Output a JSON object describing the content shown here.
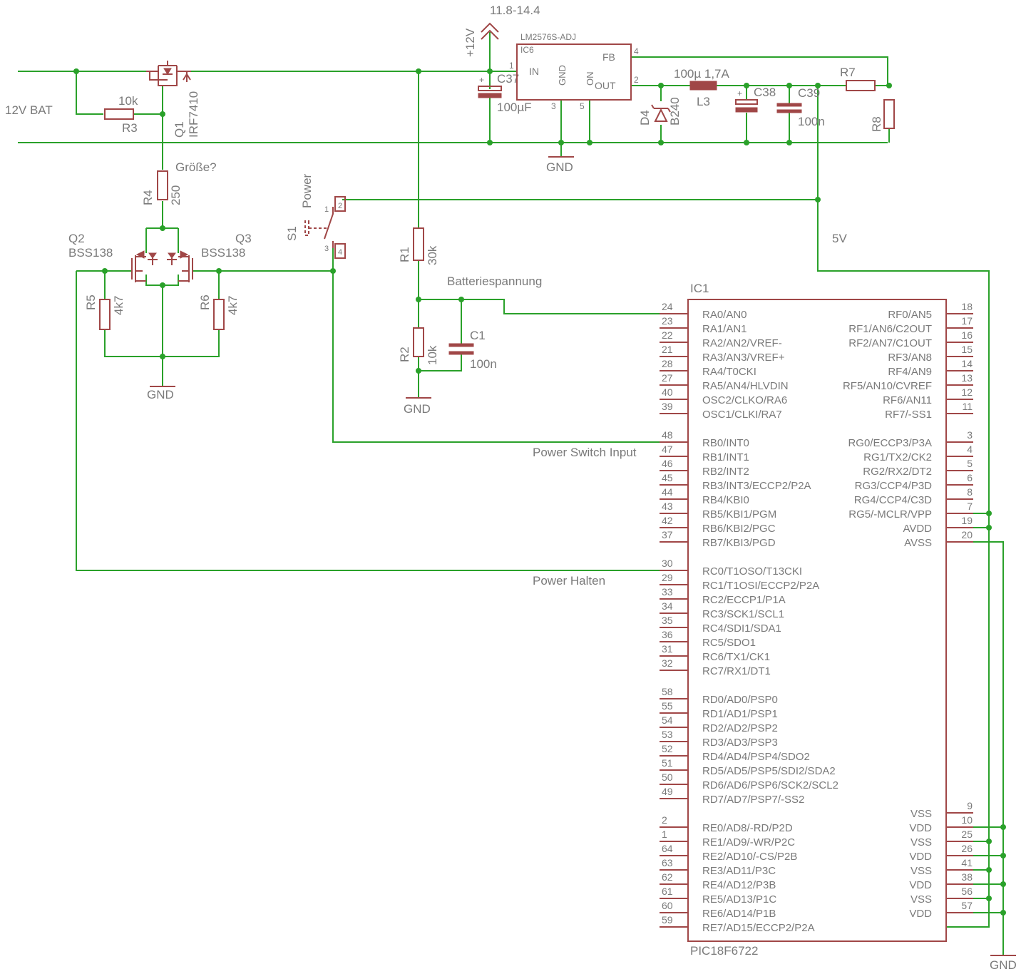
{
  "labels": {
    "bat": "12V BAT",
    "vin_range": "11.8-14.4",
    "v12": "+12V",
    "gnd": "GND",
    "v5": "5V",
    "groesse": "Größe?",
    "batt_sense": "Batteriespannung",
    "power_switch_input": "Power Switch Input",
    "power_halten": "Power Halten"
  },
  "parts": {
    "R3": {
      "name": "R3",
      "value": "10k"
    },
    "Q1": {
      "name": "Q1",
      "value": "IRF7410"
    },
    "R4": {
      "name": "R4",
      "value": "250"
    },
    "Q2": {
      "name": "Q2",
      "value": "BSS138"
    },
    "Q3": {
      "name": "Q3",
      "value": "BSS138"
    },
    "R5": {
      "name": "R5",
      "value": "4k7"
    },
    "R6": {
      "name": "R6",
      "value": "4k7"
    },
    "S1": {
      "name": "S1",
      "value": "Power",
      "pins": [
        "1",
        "2",
        "3",
        "4"
      ]
    },
    "R1": {
      "name": "R1",
      "value": "30k"
    },
    "R2": {
      "name": "R2",
      "value": "10k"
    },
    "C1": {
      "name": "C1",
      "value": "100n"
    },
    "C37": {
      "name": "C37",
      "value": "100µF"
    },
    "IC6": {
      "name": "IC6",
      "value": "LM2576S-ADJ",
      "pins_in": "IN",
      "pins_gnd": "GND",
      "pins_on": "ON",
      "pins_fb": "FB",
      "pins_out": "OUT",
      "num_in": "1",
      "num_fb": "4",
      "num_out": "2",
      "num_gnd": "3",
      "num_on": "5"
    },
    "D4": {
      "name": "D4",
      "value": "B240"
    },
    "L3": {
      "name": "L3",
      "value": "100µ 1,7A"
    },
    "C38": {
      "name": "C38",
      "value": ""
    },
    "C39": {
      "name": "C39",
      "value": "100n"
    },
    "R7": {
      "name": "R7",
      "value": ""
    },
    "R8": {
      "name": "R8",
      "value": ""
    }
  },
  "ic1": {
    "name": "IC1",
    "value": "PIC18F6722",
    "left": [
      [
        "24",
        "RA0/AN0"
      ],
      [
        "23",
        "RA1/AN1"
      ],
      [
        "22",
        "RA2/AN2/VREF-"
      ],
      [
        "21",
        "RA3/AN3/VREF+"
      ],
      [
        "28",
        "RA4/T0CKI"
      ],
      [
        "27",
        "RA5/AN4/HLVDIN"
      ],
      [
        "40",
        "OSC2/CLKO/RA6"
      ],
      [
        "39",
        "OSC1/CLKI/RA7"
      ],
      [
        "",
        ""
      ],
      [
        "48",
        "RB0/INT0"
      ],
      [
        "47",
        "RB1/INT1"
      ],
      [
        "46",
        "RB2/INT2"
      ],
      [
        "45",
        "RB3/INT3/ECCP2/P2A"
      ],
      [
        "44",
        "RB4/KBI0"
      ],
      [
        "43",
        "RB5/KBI1/PGM"
      ],
      [
        "42",
        "RB6/KBI2/PGC"
      ],
      [
        "37",
        "RB7/KBI3/PGD"
      ],
      [
        "",
        ""
      ],
      [
        "30",
        "RC0/T1OSO/T13CKI"
      ],
      [
        "29",
        "RC1/T1OSI/ECCP2/P2A"
      ],
      [
        "33",
        "RC2/ECCP1/P1A"
      ],
      [
        "34",
        "RC3/SCK1/SCL1"
      ],
      [
        "35",
        "RC4/SDI1/SDA1"
      ],
      [
        "36",
        "RC5/SDO1"
      ],
      [
        "31",
        "RC6/TX1/CK1"
      ],
      [
        "32",
        "RC7/RX1/DT1"
      ],
      [
        "",
        ""
      ],
      [
        "58",
        "RD0/AD0/PSP0"
      ],
      [
        "55",
        "RD1/AD1/PSP1"
      ],
      [
        "54",
        "RD2/AD2/PSP2"
      ],
      [
        "53",
        "RD3/AD3/PSP3"
      ],
      [
        "52",
        "RD4/AD4/PSP4/SDO2"
      ],
      [
        "51",
        "RD5/AD5/PSP5/SDI2/SDA2"
      ],
      [
        "50",
        "RD6/AD6/PSP6/SCK2/SCL2"
      ],
      [
        "49",
        "RD7/AD7/PSP7/-SS2"
      ],
      [
        "",
        ""
      ],
      [
        "2",
        "RE0/AD8/-RD/P2D"
      ],
      [
        "1",
        "RE1/AD9/-WR/P2C"
      ],
      [
        "64",
        "RE2/AD10/-CS/P2B"
      ],
      [
        "63",
        "RE3/AD11/P3C"
      ],
      [
        "62",
        "RE4/AD12/P3B"
      ],
      [
        "61",
        "RE5/AD13/P1C"
      ],
      [
        "60",
        "RE6/AD14/P1B"
      ],
      [
        "59",
        "RE7/AD15/ECCP2/P2A"
      ]
    ],
    "right": [
      [
        "18",
        "RF0/AN5"
      ],
      [
        "17",
        "RF1/AN6/C2OUT"
      ],
      [
        "16",
        "RF2/AN7/C1OUT"
      ],
      [
        "15",
        "RF3/AN8"
      ],
      [
        "14",
        "RF4/AN9"
      ],
      [
        "13",
        "RF5/AN10/CVREF"
      ],
      [
        "12",
        "RF6/AN11"
      ],
      [
        "11",
        "RF7/-SS1"
      ],
      [
        "",
        ""
      ],
      [
        "3",
        "RG0/ECCP3/P3A"
      ],
      [
        "4",
        "RG1/TX2/CK2"
      ],
      [
        "5",
        "RG2/RX2/DT2"
      ],
      [
        "6",
        "RG3/CCP4/P3D"
      ],
      [
        "8",
        "RG4/CCP4/C3D"
      ],
      [
        "7",
        "RG5/-MCLR/VPP"
      ],
      [
        "19",
        "AVDD"
      ],
      [
        "20",
        "AVSS"
      ],
      [
        "",
        ""
      ],
      [
        "",
        ""
      ],
      [
        "",
        ""
      ],
      [
        "",
        ""
      ],
      [
        "",
        ""
      ],
      [
        "",
        ""
      ],
      [
        "",
        ""
      ],
      [
        "",
        ""
      ],
      [
        "",
        ""
      ],
      [
        "",
        ""
      ],
      [
        "",
        ""
      ],
      [
        "",
        ""
      ],
      [
        "",
        ""
      ],
      [
        "",
        ""
      ],
      [
        "",
        ""
      ],
      [
        "",
        ""
      ],
      [
        "",
        ""
      ],
      [
        "",
        ""
      ],
      [
        "9",
        "VSS"
      ],
      [
        "10",
        "VDD"
      ],
      [
        "25",
        "VSS"
      ],
      [
        "26",
        "VDD"
      ],
      [
        "41",
        "VSS"
      ],
      [
        "38",
        "VDD"
      ],
      [
        "56",
        "VSS"
      ],
      [
        "57",
        "VDD"
      ]
    ]
  }
}
